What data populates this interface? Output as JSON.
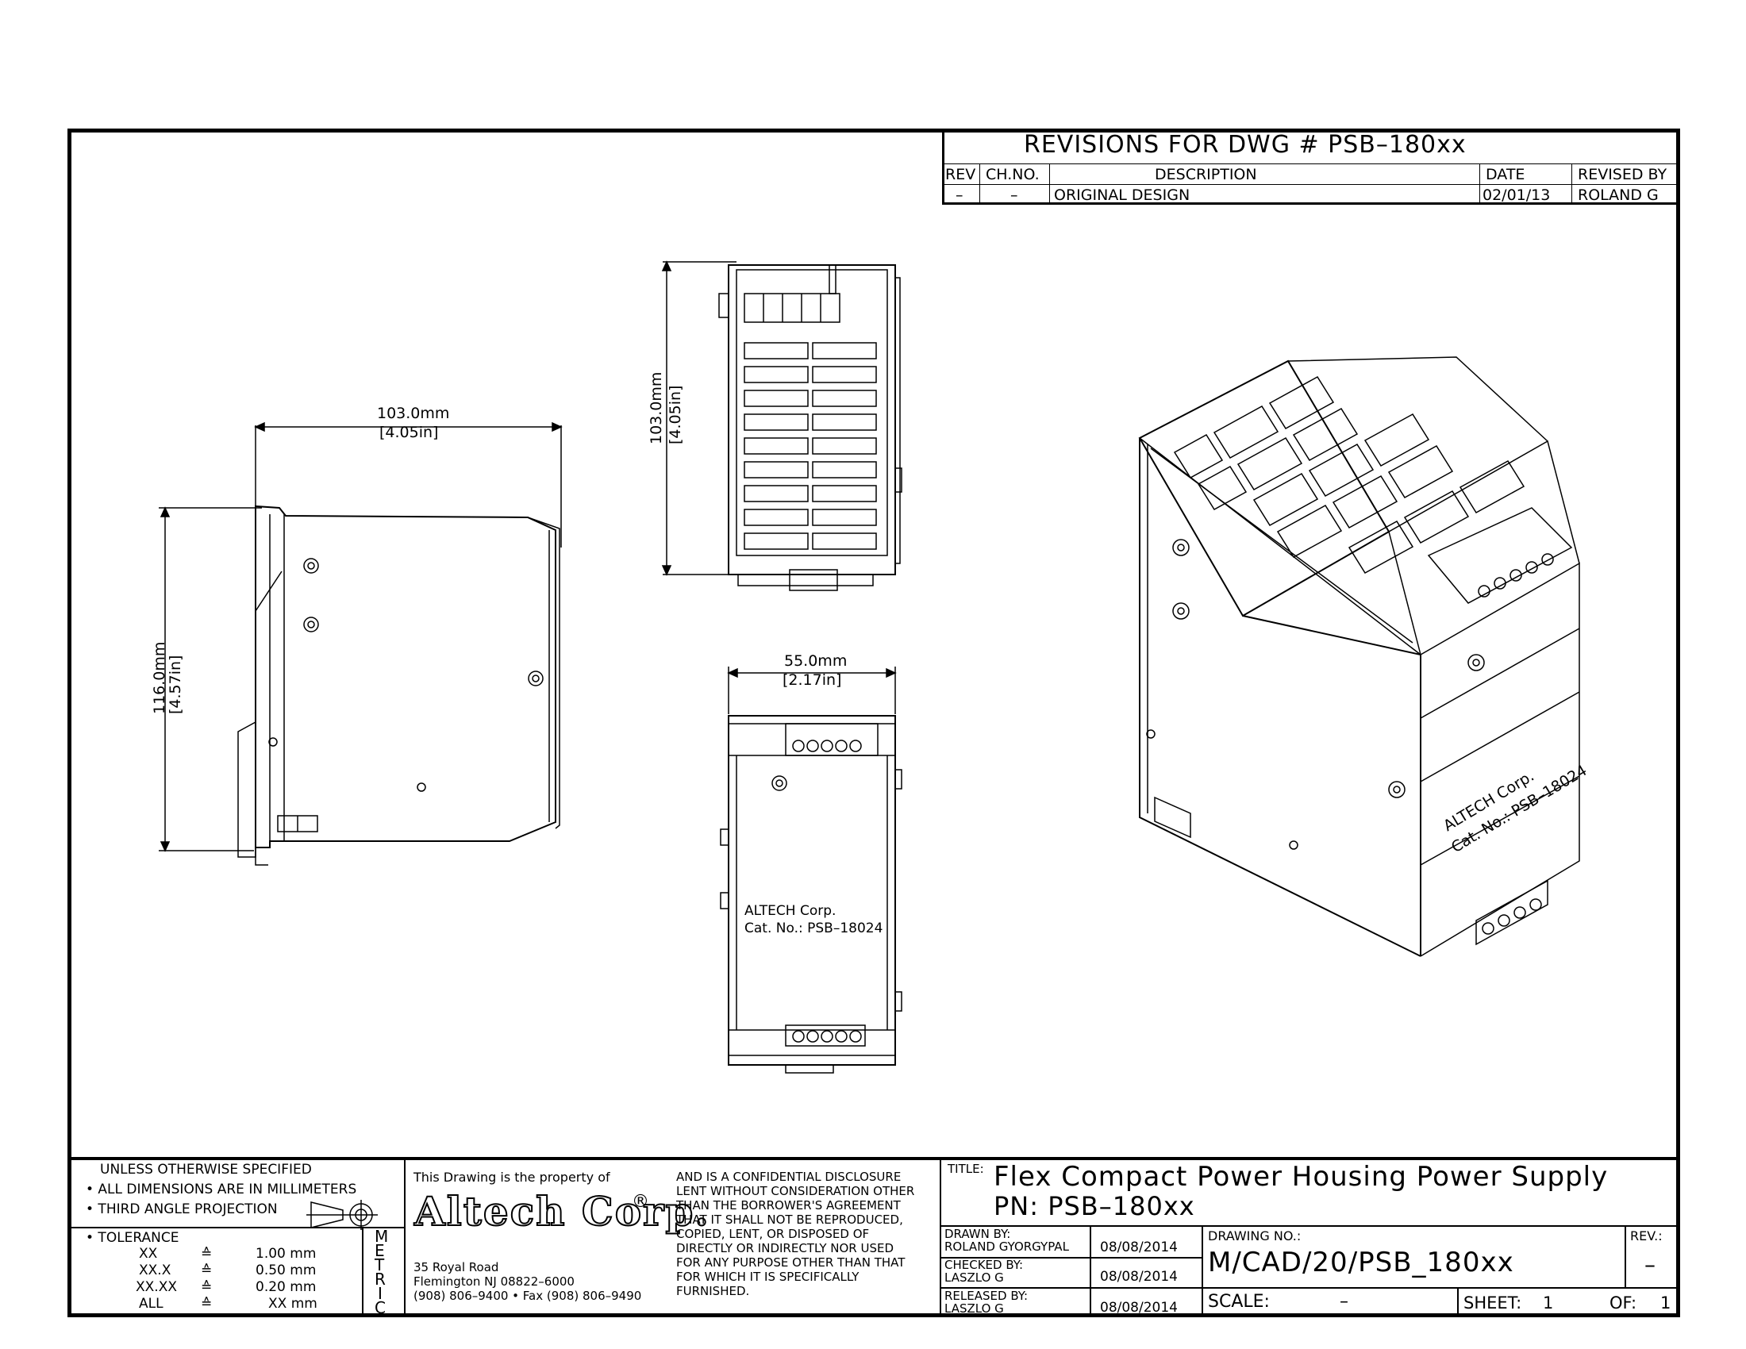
{
  "revisions": {
    "title": "REVISIONS FOR DWG # PSB–180xx",
    "headers": {
      "rev": "REV",
      "chno": "CH.NO.",
      "desc": "DESCRIPTION",
      "date": "DATE",
      "revised": "REVISED BY"
    },
    "row": {
      "rev": "–",
      "chno": "–",
      "desc": "ORIGINAL DESIGN",
      "date": "02/01/13",
      "revised": "ROLAND G"
    }
  },
  "dimensions": {
    "side_width_mm": "103.0mm",
    "side_width_in": "[4.05in]",
    "side_height_mm": "116.0mm",
    "side_height_in": "[4.57in]",
    "top_height_mm": "103.0mm",
    "top_height_in": "[4.05in]",
    "front_width_mm": "55.0mm",
    "front_width_in": "[2.17in]"
  },
  "label": {
    "line1": "ALTECH Corp.",
    "line2": "Cat. No.: PSB–18024"
  },
  "notes": {
    "unless": "UNLESS OTHERWISE SPECIFIED",
    "all_dims": "• ALL DIMENSIONS ARE IN MILLIMETERS",
    "projection": "• THIRD ANGLE PROJECTION",
    "tolerance": "• TOLERANCE",
    "tol_rows": [
      {
        "k": "XX",
        "sym": "≙",
        "v": "1.00 mm"
      },
      {
        "k": "XX.X",
        "sym": "≙",
        "v": "0.50 mm"
      },
      {
        "k": "XX.XX",
        "sym": "≙",
        "v": "0.20 mm"
      },
      {
        "k": "ALL",
        "sym": "≙",
        "v": "XX mm"
      }
    ],
    "metric": [
      "M",
      "E",
      "T",
      "R",
      "I",
      "C"
    ]
  },
  "company": {
    "property": "This Drawing is the property of",
    "name": "Altech Corp.",
    "reg": "®",
    "addr1": "35 Royal Road",
    "addr2": "Flemington NJ 08822–6000",
    "addr3": "(908) 806–9400 • Fax (908) 806–9490",
    "disclosure": [
      "AND IS A CONFIDENTIAL DISCLOSURE",
      "LENT WITHOUT CONSIDERATION OTHER",
      "THAN THE BORROWER'S AGREEMENT",
      "THAT IT SHALL NOT BE REPRODUCED,",
      "COPIED, LENT, OR DISPOSED OF",
      "DIRECTLY OR INDIRECTLY NOR USED",
      "FOR ANY PURPOSE OTHER THAN THAT",
      "FOR WHICH IT IS SPECIFICALLY",
      "FURNISHED."
    ]
  },
  "title_block": {
    "title_label": "TITLE:",
    "title_line1": "Flex Compact Power Housing Power Supply",
    "title_line2": "PN: PSB–180xx",
    "drawn_label": "DRAWN BY:",
    "drawn_name": "ROLAND GYORGYPAL",
    "drawn_date": "08/08/2014",
    "checked_label": "CHECKED BY:",
    "checked_name": "LASZLO G",
    "checked_date": "08/08/2014",
    "released_label": "RELEASED BY:",
    "released_name": "LASZLO G",
    "released_date": "08/08/2014",
    "drawing_no_label": "DRAWING NO.:",
    "drawing_no": "M/CAD/20/PSB_180xx",
    "rev_label": "REV.:",
    "rev": "–",
    "scale_label": "SCALE:",
    "scale": "–",
    "sheet_label": "SHEET:",
    "sheet": "1",
    "of_label": "OF:",
    "of": "1"
  }
}
